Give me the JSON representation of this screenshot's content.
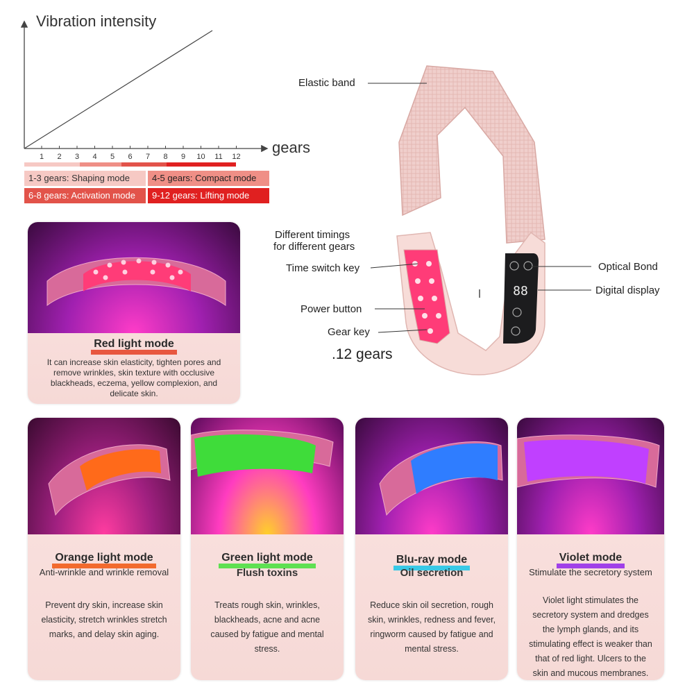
{
  "chart": {
    "y_label": "Vibration intensity",
    "x_label": "gears",
    "ticks": [
      "1",
      "2",
      "3",
      "4",
      "5",
      "6",
      "7",
      "8",
      "9",
      "10",
      "11",
      "12"
    ],
    "legend": {
      "shaping": "1-3 gears: Shaping mode",
      "compact": "4-5 gears: Compact mode",
      "activation": "6-8 gears: Activation mode",
      "lifting": "9-12 gears: Lifting mode"
    },
    "colors": {
      "shaping": "#f6c9c4",
      "compact": "#ef8f86",
      "activation": "#e2534a",
      "lifting": "#e02020"
    }
  },
  "device": {
    "elastic_band": "Elastic band",
    "timings_line1": "Different timings",
    "timings_line2": "for different gears",
    "time_switch_key": "Time switch key",
    "power_button": "Power button",
    "gear_key": "Gear key",
    "gears_count": ".12 gears",
    "optical_bond": "Optical Bond",
    "digital_display": "Digital display",
    "display_digits": "88"
  },
  "modes": {
    "red": {
      "title": "Red light mode",
      "color": "#e8573f",
      "led": "#ff3c78",
      "desc": "It can increase skin elasticity, tighten pores and remove wrinkles, skin texture with occlusive blackheads, eczema, yellow complexion, and delicate skin."
    },
    "orange": {
      "title": "Orange light mode",
      "subtitle": "Anti-wrinkle and wrinkle removal",
      "color": "#f26a2e",
      "led": "#ff6a1a",
      "desc": "Prevent dry skin, increase skin elasticity, stretch wrinkles stretch marks, and delay skin aging."
    },
    "green": {
      "title": "Green light mode",
      "subtitle": "Flush toxins",
      "color": "#5fe052",
      "led": "#3fdc3a",
      "desc": "Treats rough skin, wrinkles, blackheads, acne and acne caused by fatigue and mental stress."
    },
    "blue": {
      "title": "Blu-ray mode",
      "subtitle": "Oil secretion",
      "color": "#39c9e6",
      "led": "#2f7dff",
      "desc": "Reduce skin oil secretion, rough skin, wrinkles, redness and fever, ringworm caused by fatigue and mental stress."
    },
    "violet": {
      "title": "Violet mode",
      "subtitle": "Stimulate the secretory system",
      "color": "#a040e8",
      "led": "#c040ff",
      "desc": "Violet light stimulates the secretory system and dredges the lymph glands, and its stimulating effect is weaker than that of red light. Ulcers to the skin and mucous membranes."
    }
  }
}
